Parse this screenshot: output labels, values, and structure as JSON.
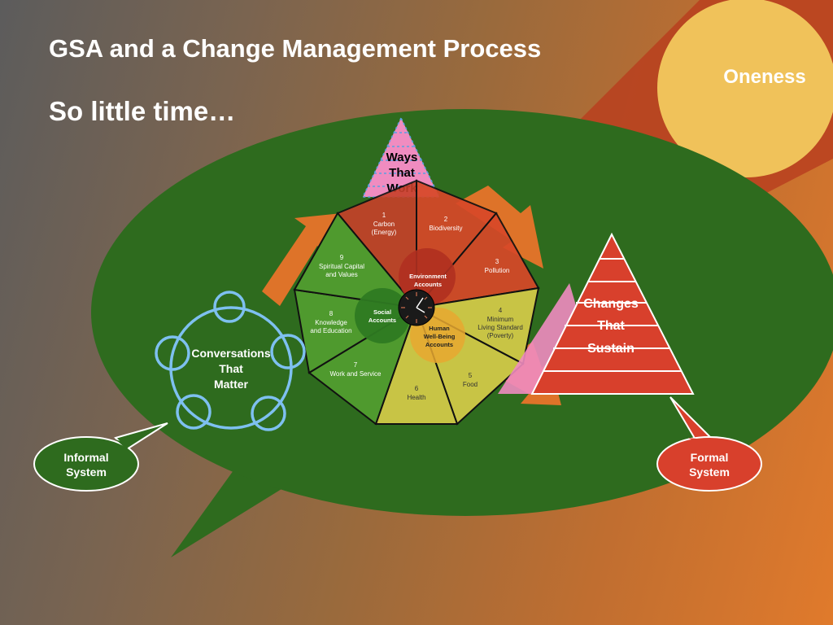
{
  "slide": {
    "title": "GSA and a Change Management Process",
    "subtitle": "So little time…"
  },
  "oneness": {
    "label": "Oneness"
  },
  "ways_that_work": {
    "line1": "Ways",
    "line2": "That",
    "line3": "Work"
  },
  "changes_that_sustain": {
    "line1": "Changes",
    "line2": "That",
    "line3": "Sustain"
  },
  "conversations_that_matter": {
    "line1": "Conversations",
    "line2": "That",
    "line3": "Matter"
  },
  "informal_system": {
    "line1": "Informal",
    "line2": "System"
  },
  "formal_system": {
    "line1": "Formal",
    "line2": "System"
  },
  "accounts": {
    "environment": {
      "line1": "Environment",
      "line2": "Accounts"
    },
    "social": {
      "line1": "Social",
      "line2": "Accounts"
    },
    "human": {
      "line1": "Human",
      "line2": "Well-Being",
      "line3": "Accounts"
    }
  },
  "segments": [
    {
      "num": "1",
      "line1": "Carbon",
      "line2": "(Energy)",
      "line3": ""
    },
    {
      "num": "2",
      "line1": "Biodiversity",
      "line2": "",
      "line3": ""
    },
    {
      "num": "3",
      "line1": "Pollution",
      "line2": "",
      "line3": ""
    },
    {
      "num": "4",
      "line1": "Minimum",
      "line2": "Living Standard",
      "line3": "(Poverty)"
    },
    {
      "num": "5",
      "line1": "Food",
      "line2": "",
      "line3": ""
    },
    {
      "num": "6",
      "line1": "Health",
      "line2": "",
      "line3": ""
    },
    {
      "num": "7",
      "line1": "Work and Service",
      "line2": "",
      "line3": ""
    },
    {
      "num": "8",
      "line1": "Knowledge",
      "line2": "and Education",
      "line3": ""
    },
    {
      "num": "9",
      "line1": "Spiritual Capital",
      "line2": "and Values",
      "line3": ""
    }
  ],
  "colors": {
    "ellipse_green": "#2e6b1e",
    "sun_yellow": "#f0c25a",
    "red": "#d8402c",
    "yellow_green": "#c8c445",
    "green": "#4f9a2e",
    "pink": "#f08cc0",
    "ring_blue": "#7ec0f0",
    "arrow_orange": "#e8742a"
  }
}
